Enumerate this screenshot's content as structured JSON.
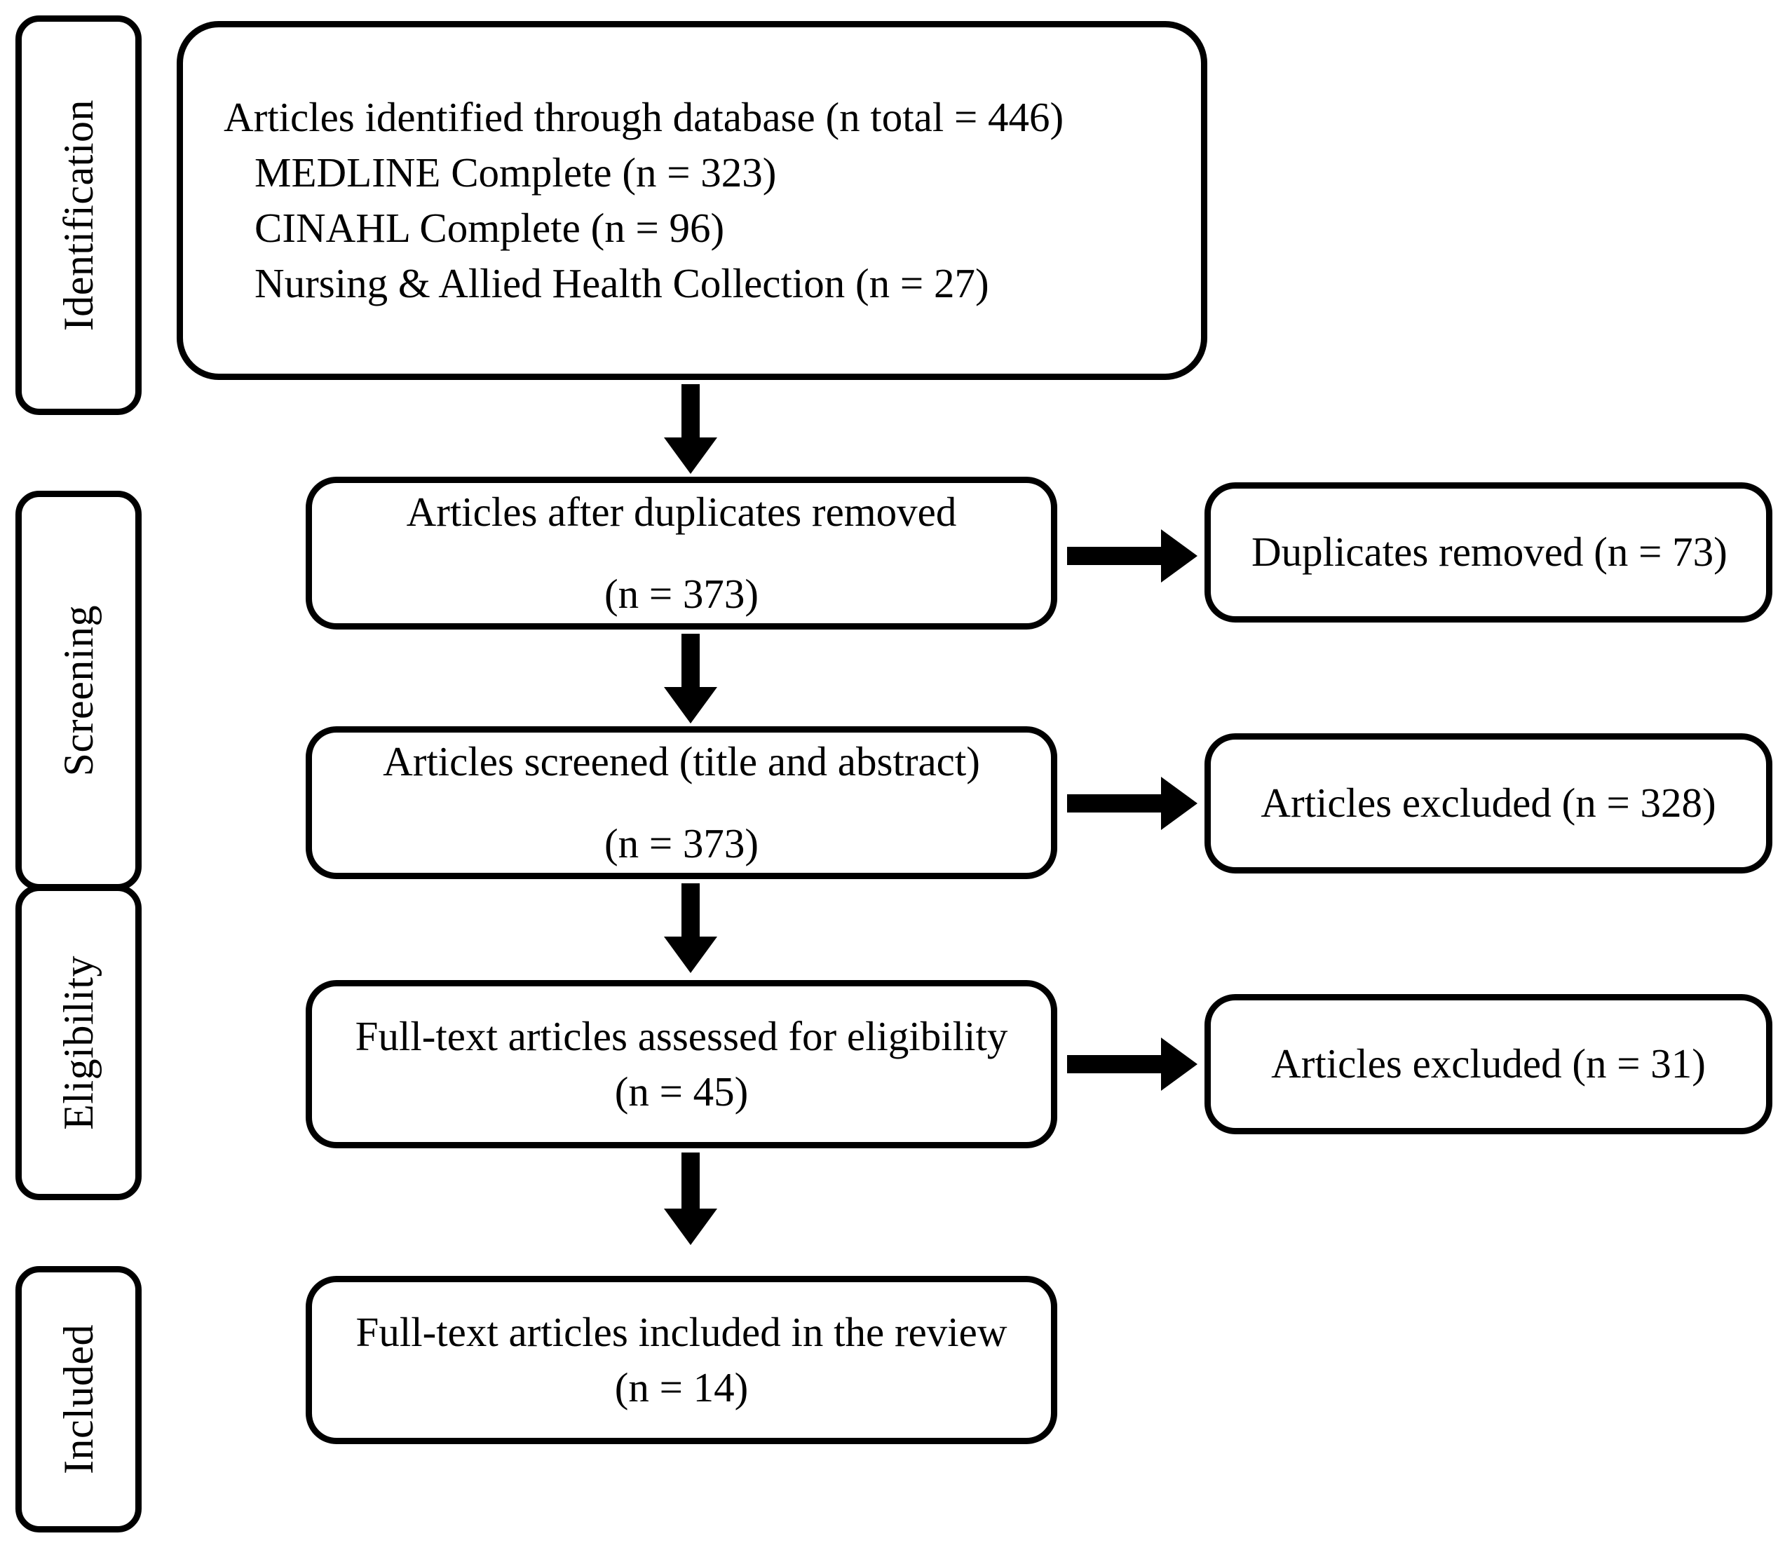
{
  "diagram": {
    "type": "prisma-flow-diagram",
    "stages": [
      {
        "id": "identification",
        "label": "Identification"
      },
      {
        "id": "screening",
        "label": "Screening"
      },
      {
        "id": "eligibility",
        "label": "Eligibility"
      },
      {
        "id": "included",
        "label": "Included"
      }
    ],
    "boxes": {
      "identified": {
        "lines": [
          "Articles identified through database (n total = 446)",
          "MEDLINE Complete  (n = 323)",
          "CINAHL Complete (n = 96)",
          "Nursing & Allied Health Collection (n = 27)"
        ]
      },
      "after_duplicates": {
        "line1": "Articles after duplicates removed",
        "line2": "(n = 373)"
      },
      "duplicates_removed": {
        "line1": "Duplicates removed (n = 73)"
      },
      "screened": {
        "line1": "Articles screened (title and abstract)",
        "line2": "(n = 373)"
      },
      "excluded_screening": {
        "line1": "Articles excluded (n = 328)"
      },
      "full_text_assessed": {
        "line1": "Full-text articles assessed for eligibility",
        "line2": "(n = 45)"
      },
      "excluded_eligibility": {
        "line1": "Articles excluded (n = 31)"
      },
      "included_final": {
        "line1": "Full-text articles included in the review",
        "line2": "(n = 14)"
      }
    },
    "colors": {
      "stroke": "#000000",
      "fill": "#ffffff",
      "text": "#000000"
    }
  }
}
